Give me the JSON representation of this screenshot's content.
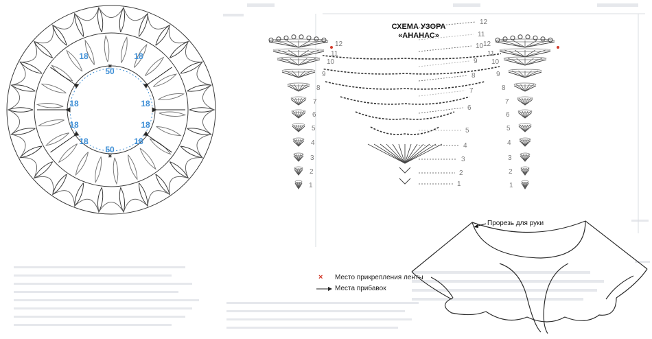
{
  "pattern": {
    "title_line1": "СХЕМА УЗОРА",
    "title_line2": "«АНАНАС»",
    "center_rows": [
      "1",
      "2",
      "3",
      "4",
      "5",
      "6",
      "7",
      "8",
      "9",
      "10",
      "11",
      "12"
    ],
    "side_rows": [
      "1",
      "2",
      "3",
      "4",
      "5",
      "6",
      "7",
      "8",
      "9",
      "10",
      "11",
      "12"
    ]
  },
  "circle": {
    "numbers": [
      "50",
      "18",
      "18",
      "18",
      "18",
      "18",
      "18",
      "18",
      "18",
      "50"
    ]
  },
  "legend": {
    "ribbon": "Место прикрепления ленты",
    "increases": "Места прибавок"
  },
  "cape": {
    "armhole_label": "Прорезь для руки"
  },
  "colors": {
    "ink": "#3a3a3a",
    "blue": "#3f8fd6",
    "red": "#d23a2a",
    "faded": "#c9cdd3"
  }
}
